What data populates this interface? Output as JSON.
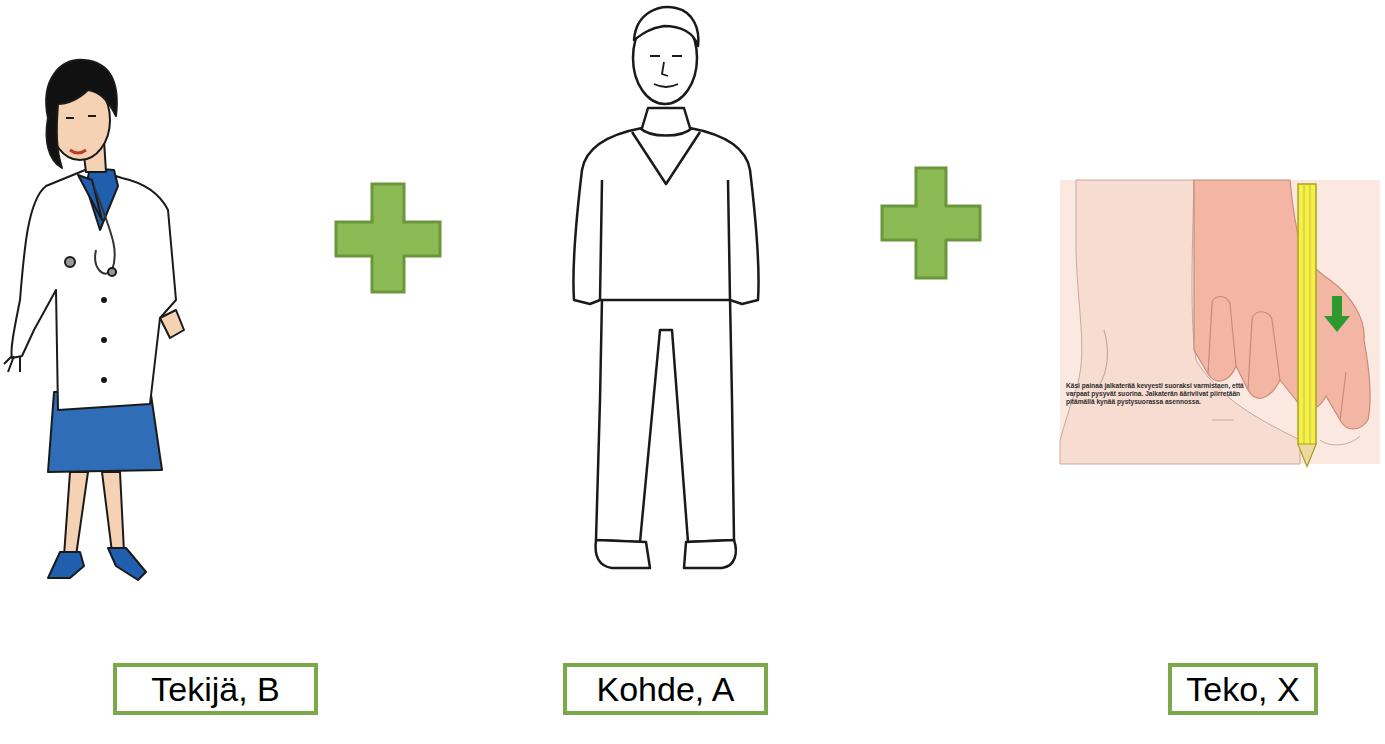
{
  "diagram": {
    "nodes": [
      {
        "text": [
          "Tekijä, B"
        ]
      },
      {
        "text": [
          "Kohde, A"
        ]
      },
      {
        "text": [
          "Teko, X"
        ]
      }
    ],
    "labels": [
      "Käsi painaa jalkaterää kevyesti suoraksi varmistaen, että varpaat pysyvät suorina. Jalkaterän ääriviivat piirretään pitämällä kynää pystysuorassa asennossa."
    ]
  }
}
